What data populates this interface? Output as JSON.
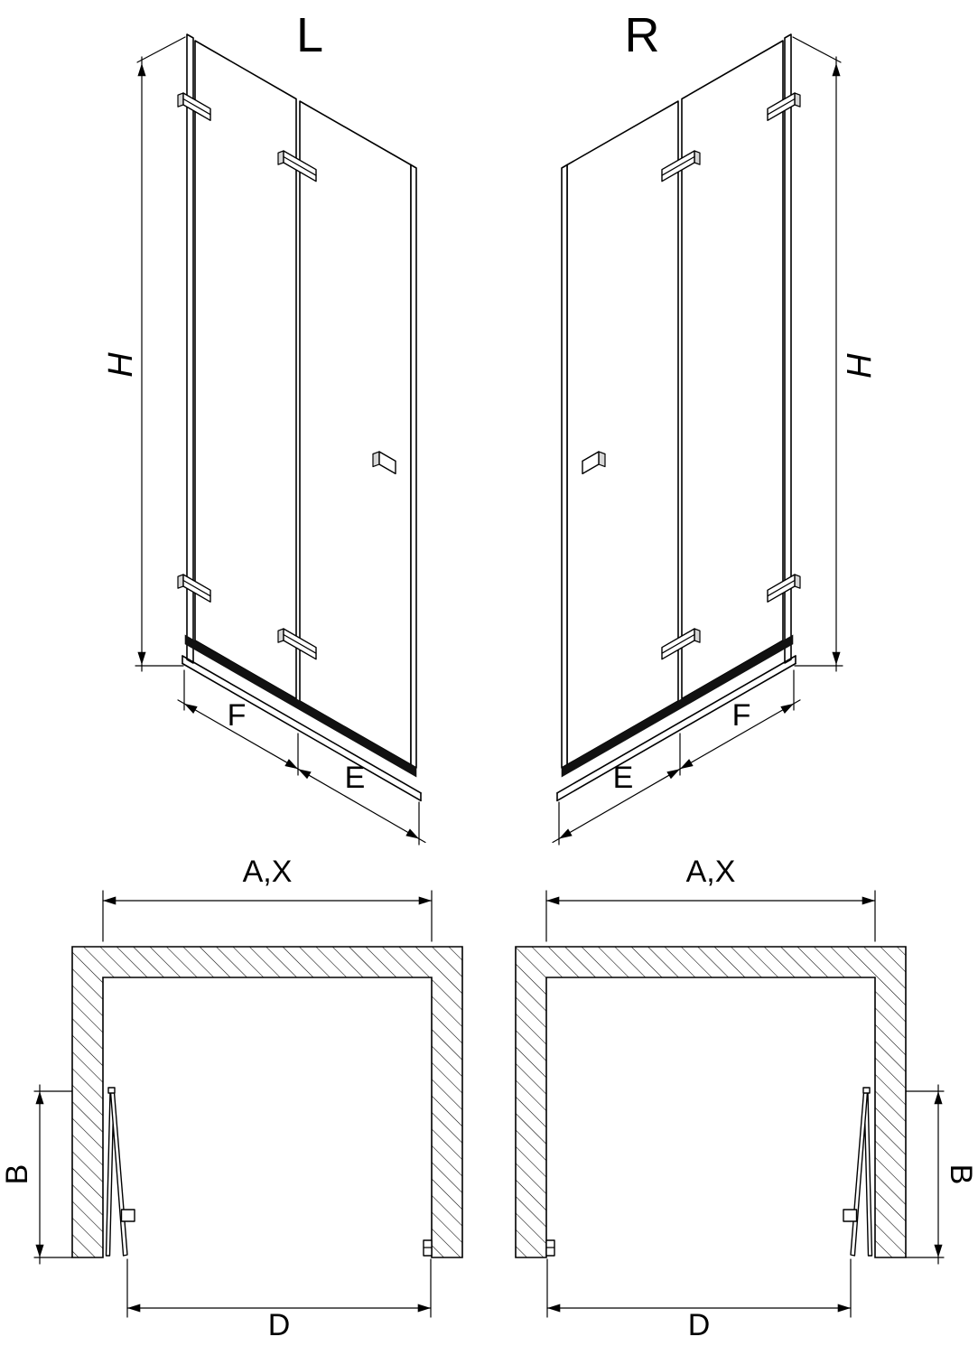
{
  "colors": {
    "background": "#ffffff",
    "line": "#000000",
    "rail": "#111111"
  },
  "front_views": {
    "left": {
      "title": "L",
      "dim_h": "H",
      "dim_f": "F",
      "dim_e": "E"
    },
    "right": {
      "title": "R",
      "dim_h": "H",
      "dim_f": "F",
      "dim_e": "E"
    }
  },
  "plan_views": {
    "left": {
      "dim_width": "A,X",
      "dim_depth": "B",
      "dim_opening": "D"
    },
    "right": {
      "dim_width": "A,X",
      "dim_depth": "B",
      "dim_opening": "D"
    }
  }
}
